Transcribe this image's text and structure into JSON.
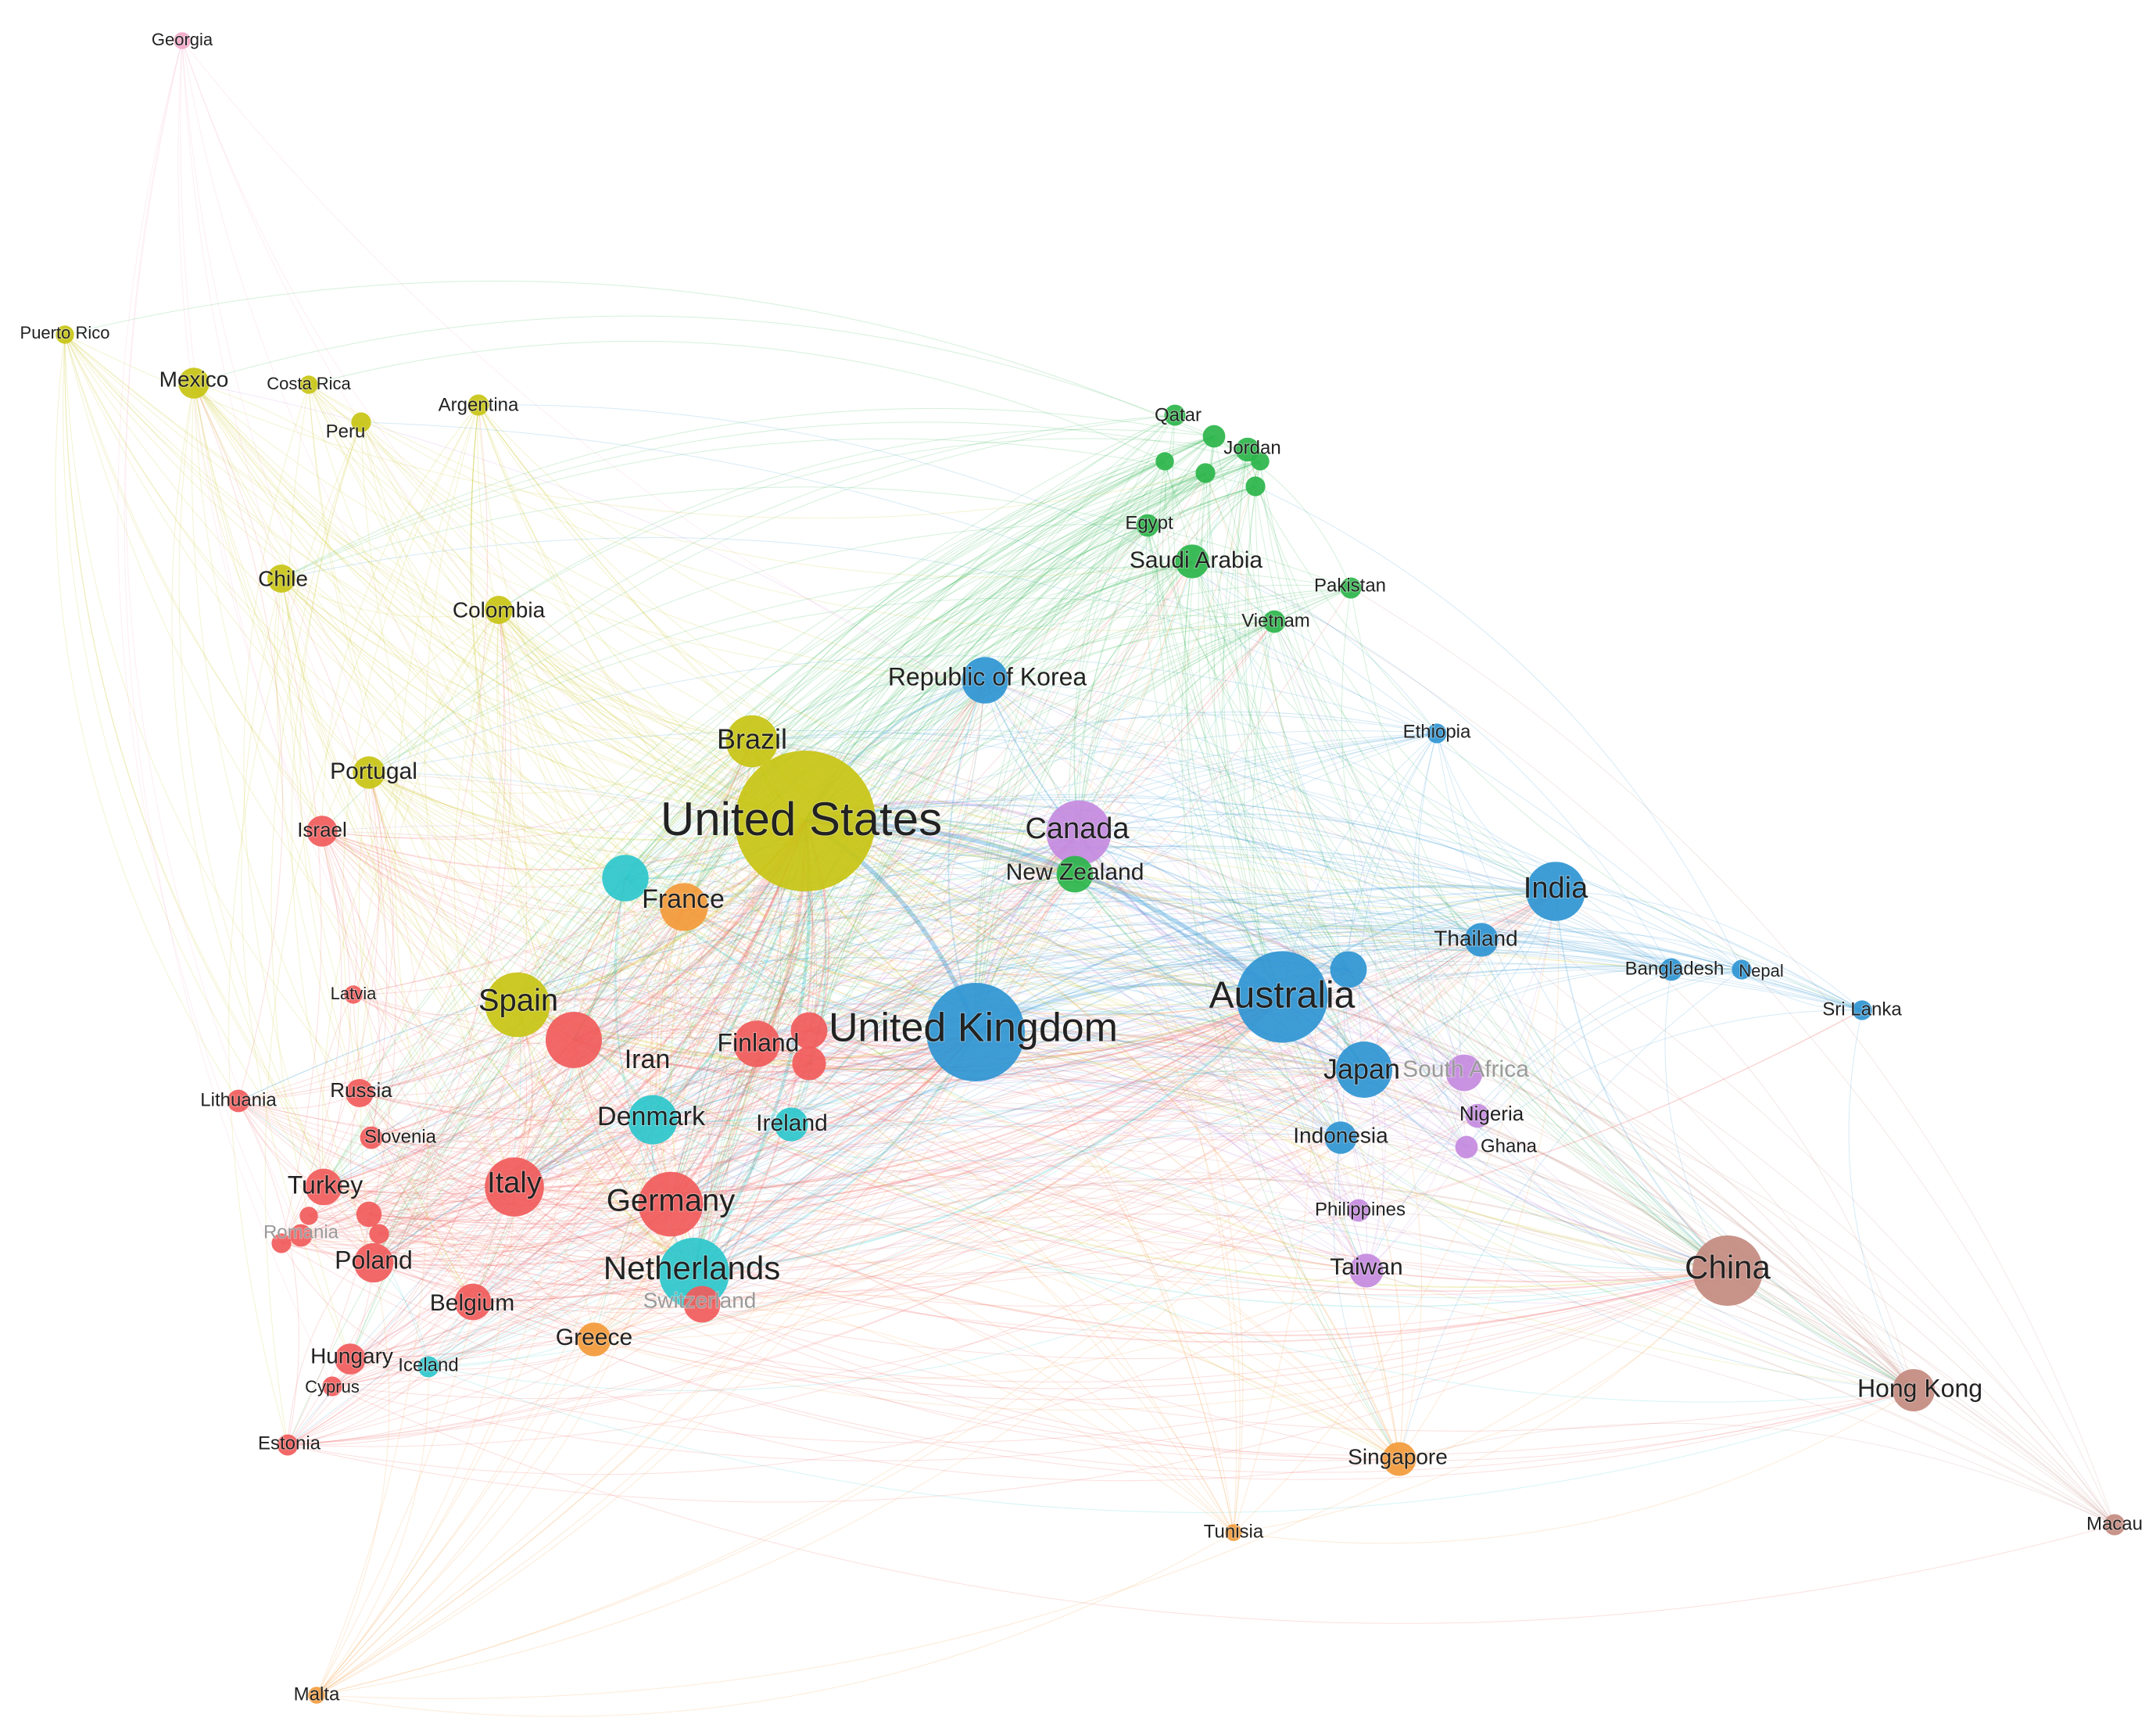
{
  "colors": {
    "red": "#f15b5b",
    "yellow": "#c8c414",
    "green": "#2bb54a",
    "blue": "#2f95d3",
    "cyan": "#2cc7cc",
    "purple": "#c48ae0",
    "orange": "#f39a3a",
    "brown": "#c38a7f",
    "pink": "#f3a6c8"
  },
  "nodes": [
    {
      "id": "united-states",
      "label": "United States",
      "cluster": "yellow",
      "weight": 10
    },
    {
      "id": "united-kingdom",
      "label": "United Kingdom",
      "cluster": "blue",
      "weight": 7
    },
    {
      "id": "australia",
      "label": "Australia",
      "cluster": "blue",
      "weight": 6.5
    },
    {
      "id": "china",
      "label": "China",
      "cluster": "brown",
      "weight": 5
    },
    {
      "id": "netherlands",
      "label": "Netherlands",
      "cluster": "cyan",
      "weight": 5
    },
    {
      "id": "germany",
      "label": "Germany",
      "cluster": "red",
      "weight": 4.6
    },
    {
      "id": "canada",
      "label": "Canada",
      "cluster": "purple",
      "weight": 4.6
    },
    {
      "id": "spain",
      "label": "Spain",
      "cluster": "yellow",
      "weight": 4.6
    },
    {
      "id": "italy",
      "label": "Italy",
      "cluster": "red",
      "weight": 4.2
    },
    {
      "id": "india",
      "label": "India",
      "cluster": "blue",
      "weight": 4.2
    },
    {
      "id": "japan",
      "label": "Japan",
      "cluster": "blue",
      "weight": 4
    },
    {
      "id": "brazil",
      "label": "Brazil",
      "cluster": "yellow",
      "weight": 3.7
    },
    {
      "id": "iran",
      "label": "Iran",
      "cluster": "red",
      "weight": 4
    },
    {
      "id": "france",
      "label": "France",
      "cluster": "orange",
      "weight": 3.4
    },
    {
      "id": "denmark",
      "label": "Denmark",
      "cluster": "cyan",
      "weight": 3.5
    },
    {
      "id": "finland",
      "label": "Finland",
      "cluster": "red",
      "weight": 3.3
    },
    {
      "id": "republic-of-korea",
      "label": "Republic of Korea",
      "cluster": "blue",
      "weight": 3.3
    },
    {
      "id": "sweden",
      "label": "",
      "cluster": "cyan",
      "weight": 3.3
    },
    {
      "id": "hong-kong",
      "label": "Hong Kong",
      "cluster": "brown",
      "weight": 3
    },
    {
      "id": "singapore",
      "label": "Singapore",
      "cluster": "orange",
      "weight": 2.4
    },
    {
      "id": "poland",
      "label": "Poland",
      "cluster": "red",
      "weight": 2.8
    },
    {
      "id": "turkey",
      "label": "Turkey",
      "cluster": "red",
      "weight": 2.6
    },
    {
      "id": "belgium",
      "label": "Belgium",
      "cluster": "red",
      "weight": 2.6
    },
    {
      "id": "greece",
      "label": "Greece",
      "cluster": "orange",
      "weight": 2.4
    },
    {
      "id": "switzerland",
      "label": "Switzerland",
      "cluster": "red",
      "weight": 2.6
    },
    {
      "id": "ireland",
      "label": "Ireland",
      "cluster": "cyan",
      "weight": 2.4
    },
    {
      "id": "new-zealand",
      "label": "New Zealand",
      "cluster": "green",
      "weight": 2.6
    },
    {
      "id": "thailand",
      "label": "Thailand",
      "cluster": "blue",
      "weight": 2.4
    },
    {
      "id": "taiwan",
      "label": "Taiwan",
      "cluster": "purple",
      "weight": 2.4
    },
    {
      "id": "indonesia",
      "label": "Indonesia",
      "cluster": "blue",
      "weight": 2.3
    },
    {
      "id": "south-africa",
      "label": "South Africa",
      "cluster": "purple",
      "weight": 2.6
    },
    {
      "id": "saudi-arabia",
      "label": "Saudi Arabia",
      "cluster": "green",
      "weight": 2.4
    },
    {
      "id": "portugal",
      "label": "Portugal",
      "cluster": "yellow",
      "weight": 2.3
    },
    {
      "id": "israel",
      "label": "Israel",
      "cluster": "red",
      "weight": 2.2
    },
    {
      "id": "hungary",
      "label": "Hungary",
      "cluster": "red",
      "weight": 2.2
    },
    {
      "id": "russia",
      "label": "Russia",
      "cluster": "red",
      "weight": 2
    },
    {
      "id": "chile",
      "label": "Chile",
      "cluster": "yellow",
      "weight": 2
    },
    {
      "id": "colombia",
      "label": "Colombia",
      "cluster": "yellow",
      "weight": 2
    },
    {
      "id": "mexico",
      "label": "Mexico",
      "cluster": "yellow",
      "weight": 2.2
    },
    {
      "id": "argentina",
      "label": "Argentina",
      "cluster": "yellow",
      "weight": 1.5
    },
    {
      "id": "macau",
      "label": "Macau",
      "cluster": "brown",
      "weight": 1.5
    },
    {
      "id": "nigeria",
      "label": "Nigeria",
      "cluster": "purple",
      "weight": 1.7
    },
    {
      "id": "ghana",
      "label": "Ghana",
      "cluster": "purple",
      "weight": 1.6
    },
    {
      "id": "philippines",
      "label": "Philippines",
      "cluster": "purple",
      "weight": 1.6
    },
    {
      "id": "bangladesh",
      "label": "Bangladesh",
      "cluster": "blue",
      "weight": 1.6
    },
    {
      "id": "nepal",
      "label": "Nepal",
      "cluster": "blue",
      "weight": 1.4
    },
    {
      "id": "sri-lanka",
      "label": "Sri Lanka",
      "cluster": "blue",
      "weight": 1.4
    },
    {
      "id": "ethiopia",
      "label": "Ethiopia",
      "cluster": "blue",
      "weight": 1.4
    },
    {
      "id": "pakistan",
      "label": "Pakistan",
      "cluster": "green",
      "weight": 1.5
    },
    {
      "id": "vietnam",
      "label": "Vietnam",
      "cluster": "green",
      "weight": 1.6
    },
    {
      "id": "egypt",
      "label": "Egypt",
      "cluster": "green",
      "weight": 1.6
    },
    {
      "id": "qatar",
      "label": "Qatar",
      "cluster": "green",
      "weight": 1.5
    },
    {
      "id": "jordan",
      "label": "Jordan",
      "cluster": "green",
      "weight": 1.7
    },
    {
      "id": "uae",
      "label": "",
      "cluster": "green",
      "weight": 1.6
    },
    {
      "id": "oman",
      "label": "",
      "cluster": "green",
      "weight": 1.4
    },
    {
      "id": "kuwait",
      "label": "",
      "cluster": "green",
      "weight": 1.4
    },
    {
      "id": "lebanon",
      "label": "",
      "cluster": "green",
      "weight": 1.3
    },
    {
      "id": "bahrain",
      "label": "",
      "cluster": "green",
      "weight": 1.3
    },
    {
      "id": "latvia",
      "label": "Latvia",
      "cluster": "red",
      "weight": 1.3
    },
    {
      "id": "lithuania",
      "label": "Lithuania",
      "cluster": "red",
      "weight": 1.6
    },
    {
      "id": "slovenia",
      "label": "Slovenia",
      "cluster": "red",
      "weight": 1.6
    },
    {
      "id": "romania",
      "label": "Romania",
      "cluster": "red",
      "weight": 1.6
    },
    {
      "id": "cyprus",
      "label": "Cyprus",
      "cluster": "red",
      "weight": 1.4
    },
    {
      "id": "estonia",
      "label": "Estonia",
      "cluster": "red",
      "weight": 1.5
    },
    {
      "id": "iceland",
      "label": "Iceland",
      "cluster": "cyan",
      "weight": 1.5
    },
    {
      "id": "malta",
      "label": "Malta",
      "cluster": "orange",
      "weight": 1.2
    },
    {
      "id": "tunisia",
      "label": "Tunisia",
      "cluster": "orange",
      "weight": 1.2
    },
    {
      "id": "georgia",
      "label": "Georgia",
      "cluster": "pink",
      "weight": 1.2
    },
    {
      "id": "puerto-rico",
      "label": "Puerto Rico",
      "cluster": "yellow",
      "weight": 1.3
    },
    {
      "id": "costa-rica",
      "label": "Costa Rica",
      "cluster": "yellow",
      "weight": 1.3
    },
    {
      "id": "peru",
      "label": "Peru",
      "cluster": "yellow",
      "weight": 1.4
    },
    {
      "id": "czech-republic",
      "label": "",
      "cluster": "red",
      "weight": 1.8
    },
    {
      "id": "serbia",
      "label": "",
      "cluster": "red",
      "weight": 1.4
    },
    {
      "id": "slovakia",
      "label": "",
      "cluster": "red",
      "weight": 1.4
    },
    {
      "id": "croatia",
      "label": "",
      "cluster": "red",
      "weight": 1.3
    },
    {
      "id": "austria",
      "label": "",
      "cluster": "red",
      "weight": 2.6
    },
    {
      "id": "norway",
      "label": "",
      "cluster": "red",
      "weight": 2.4
    },
    {
      "id": "malaysia",
      "label": "",
      "cluster": "blue",
      "weight": 2.6
    }
  ]
}
